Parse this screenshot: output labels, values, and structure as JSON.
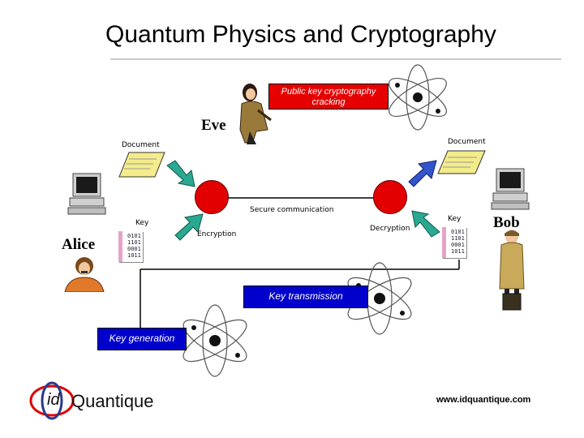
{
  "title": "Quantum Physics and Cryptography",
  "labels": {
    "public_key_cracking": "Public key cryptography cracking",
    "eve": "Eve",
    "alice": "Alice",
    "bob": "Bob",
    "document_left": "Document",
    "document_right": "Document",
    "secure_communication": "Secure communication",
    "encryption": "Encryption",
    "decryption": "Decryption",
    "key_left": "Key",
    "key_right": "Key",
    "key_transmission": "Key transmission",
    "key_generation": "Key generation"
  },
  "key_card_left": [
    "0101",
    "1101",
    "0001",
    "1011"
  ],
  "key_card_right": [
    "0101",
    "1101",
    "0001",
    "1011"
  ],
  "logo": {
    "id": "id",
    "name": "Quantique"
  },
  "url": "www.idquantique.com",
  "colors": {
    "red": "#e20000",
    "blue": "#0000cc",
    "arrow_green": "#2aa890",
    "arrow_blue": "#3355cc"
  }
}
